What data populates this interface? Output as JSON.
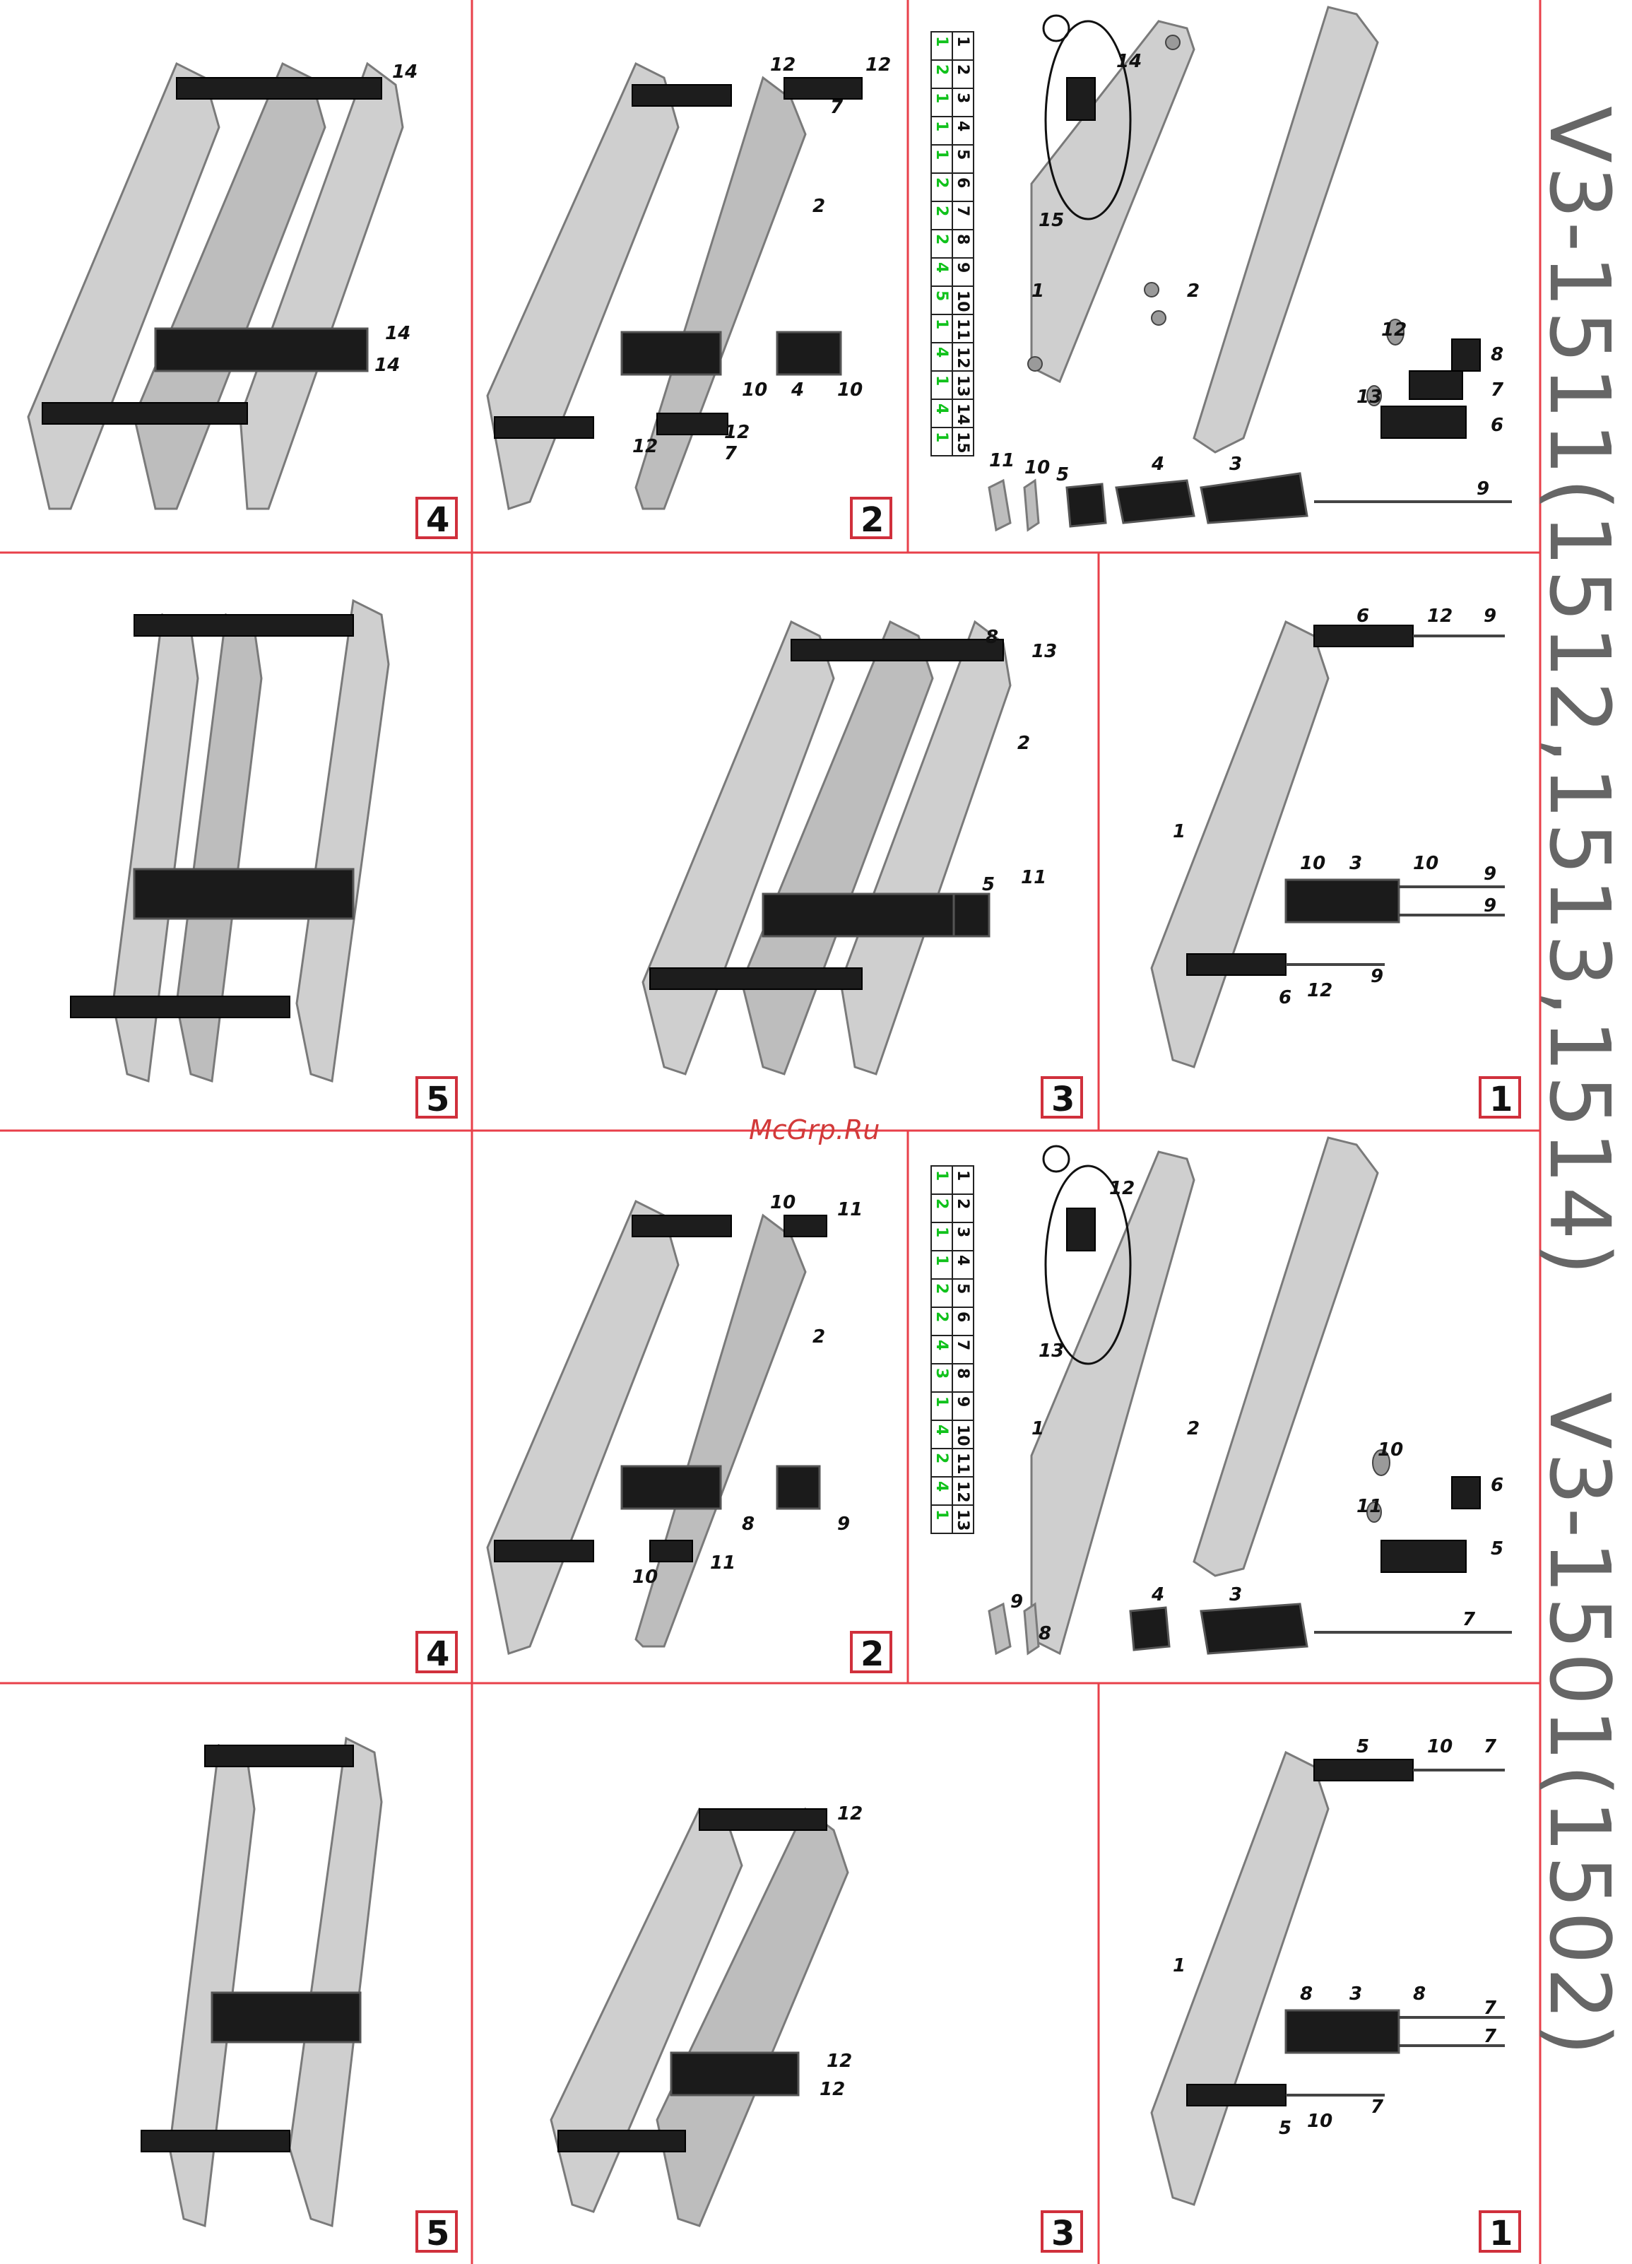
{
  "titles": {
    "top": "V3-1511(1512,1513,1514)",
    "bottom": "V3-1501(1502)"
  },
  "watermark": "McGrp.Ru",
  "steps": [
    "1",
    "2",
    "3",
    "4",
    "5"
  ],
  "qty_table_top": {
    "parts": [
      "1",
      "2",
      "3",
      "4",
      "5",
      "6",
      "7",
      "8",
      "9",
      "10",
      "11",
      "12",
      "13",
      "14",
      "15"
    ],
    "qty": [
      "1",
      "2",
      "1",
      "1",
      "1",
      "2",
      "2",
      "2",
      "4",
      "5",
      "1",
      "4",
      "1",
      "4",
      "1"
    ]
  },
  "qty_table_bottom": {
    "parts": [
      "1",
      "2",
      "3",
      "4",
      "5",
      "6",
      "7",
      "8",
      "9",
      "10",
      "11",
      "12",
      "13"
    ],
    "qty": [
      "1",
      "2",
      "1",
      "1",
      "2",
      "2",
      "4",
      "3",
      "1",
      "4",
      "2",
      "4",
      "1"
    ]
  },
  "part_labels_top": {
    "p1": "1",
    "p2": "2",
    "p3": "3",
    "p4": "4",
    "p5": "5",
    "p6": "6",
    "p7": "7",
    "p8": "8",
    "p9": "9",
    "p10": "10",
    "p11": "11",
    "p12": "12",
    "p13": "13",
    "p14": "14",
    "p15": "15"
  },
  "part_labels_bottom": {
    "p1": "1",
    "p2": "2",
    "p3": "3",
    "p4": "4",
    "p5": "5",
    "p6": "6",
    "p7": "7",
    "p8": "8",
    "p9": "9",
    "p10": "10",
    "p11": "11",
    "p12": "12",
    "p13": "13"
  }
}
